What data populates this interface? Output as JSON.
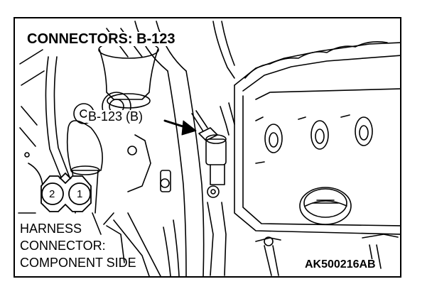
{
  "title": "CONNECTORS: B-123",
  "callout": "B-123 (B)",
  "harness_label": {
    "line1": "HARNESS",
    "line2": "CONNECTOR:",
    "line3": "COMPONENT SIDE"
  },
  "connector_pins": [
    "2",
    "1"
  ],
  "figure_code": "AK500216AB"
}
